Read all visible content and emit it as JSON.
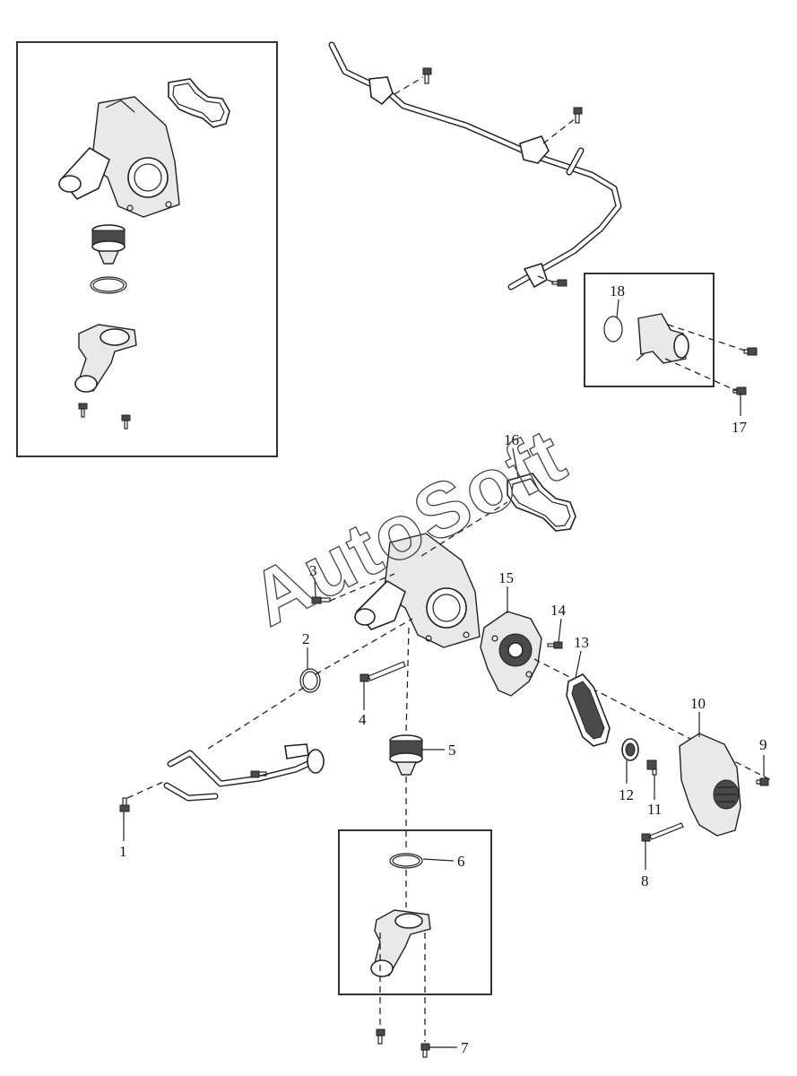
{
  "watermark": "AutoSoft",
  "callouts": {
    "c1": "1",
    "c2": "2",
    "c3": "3",
    "c4": "4",
    "c5": "5",
    "c6": "6",
    "c7": "7",
    "c8": "8",
    "c9": "9",
    "c10": "10",
    "c11": "11",
    "c12": "12",
    "c13": "13",
    "c14": "14",
    "c15": "15",
    "c16": "16",
    "c17": "17",
    "c18": "18"
  }
}
